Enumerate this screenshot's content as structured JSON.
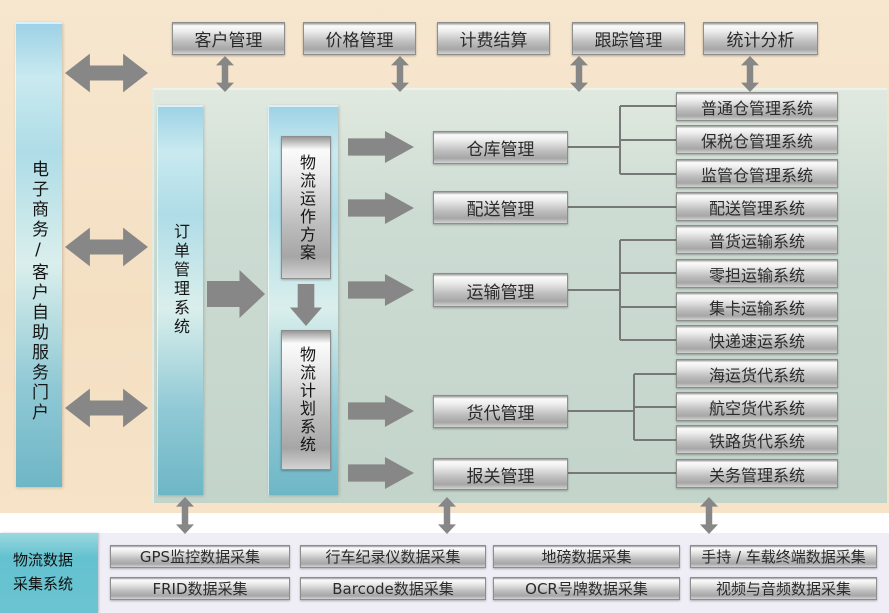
{
  "colors": {
    "background_peach": "#f5e1c5",
    "panel_green": "#cbdad1",
    "bar_cyan": "#9cd1e6",
    "bar_teal": "#64c2d0",
    "box_silver": "#c6c6c6",
    "arrow_gray": "#878787",
    "strip_lavender": "#efedf5",
    "connector_gray": "#787878"
  },
  "portal": {
    "label": "电子商务/客户自助服务门户"
  },
  "top_modules": [
    "客户管理",
    "价格管理",
    "计费结算",
    "跟踪管理",
    "统计分析"
  ],
  "order_system": {
    "label": "订单管理系统"
  },
  "logistics_plan": {
    "operation": "物流运作方案",
    "planning": "物流计划系统"
  },
  "management": [
    "仓库管理",
    "配送管理",
    "运输管理",
    "货代管理",
    "报关管理"
  ],
  "systems": [
    "普通仓管理系统",
    "保税仓管理系统",
    "监管仓管理系统",
    "配送管理系统",
    "普货运输系统",
    "零担运输系统",
    "集卡运输系统",
    "快递速运系统",
    "海运货代系统",
    "航空货代系统",
    "铁路货代系统",
    "关务管理系统"
  ],
  "data_collection": {
    "title_line1": "物流数据",
    "title_line2": "采集系统",
    "row1": [
      "GPS监控数据采集",
      "行车纪录仪数据采集",
      "地磅数据采集",
      "手持 / 车载终端数据采集"
    ],
    "row2": [
      "FRID数据采集",
      "Barcode数据采集",
      "OCR号牌数据采集",
      "视频与音频数据采集"
    ]
  }
}
